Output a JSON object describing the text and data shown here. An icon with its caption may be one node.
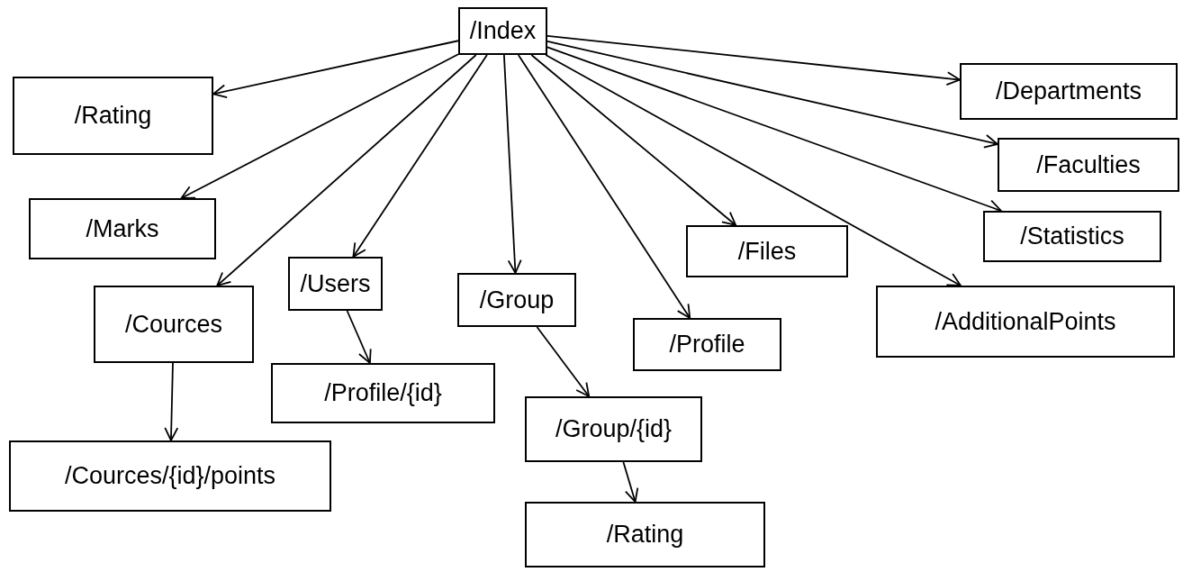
{
  "diagram": {
    "nodes": [
      {
        "text": [
          "/Index"
        ]
      },
      {
        "text": [
          "/Rating"
        ]
      },
      {
        "text": [
          "/Departments"
        ]
      },
      {
        "text": [
          "/Marks"
        ]
      },
      {
        "text": [
          "/Faculties"
        ]
      },
      {
        "text": [
          "/Files"
        ]
      },
      {
        "text": [
          "/Statistics"
        ]
      },
      {
        "text": [
          "/Users"
        ]
      },
      {
        "text": [
          "/Group"
        ]
      },
      {
        "text": [
          "/Cources"
        ]
      },
      {
        "text": [
          "/Profile"
        ]
      },
      {
        "text": [
          "/AdditionalPoints"
        ]
      },
      {
        "text": [
          "/Profile/{id}"
        ]
      },
      {
        "text": [
          "/Cources/{id}/points"
        ]
      },
      {
        "text": [
          "/Group/{id}"
        ]
      },
      {
        "text": [
          "/Rating"
        ]
      }
    ],
    "edges": [
      {
        "from": 0,
        "to": 1,
        "arrow": "to"
      },
      {
        "from": 0,
        "to": 2,
        "arrow": "to"
      },
      {
        "from": 0,
        "to": 3,
        "arrow": "to"
      },
      {
        "from": 0,
        "to": 4,
        "arrow": "to"
      },
      {
        "from": 0,
        "to": 5,
        "arrow": "to"
      },
      {
        "from": 0,
        "to": 6,
        "arrow": "to"
      },
      {
        "from": 0,
        "to": 7,
        "arrow": "to"
      },
      {
        "from": 0,
        "to": 8,
        "arrow": "to"
      },
      {
        "from": 0,
        "to": 9,
        "arrow": "to"
      },
      {
        "from": 0,
        "to": 10,
        "arrow": "to"
      },
      {
        "from": 0,
        "to": 11,
        "arrow": "to"
      },
      {
        "from": 7,
        "to": 12,
        "arrow": "to"
      },
      {
        "from": 8,
        "to": 14,
        "arrow": "to"
      },
      {
        "from": 14,
        "to": 15,
        "arrow": "to"
      },
      {
        "from": 9,
        "to": 13,
        "arrow": "to"
      }
    ]
  }
}
